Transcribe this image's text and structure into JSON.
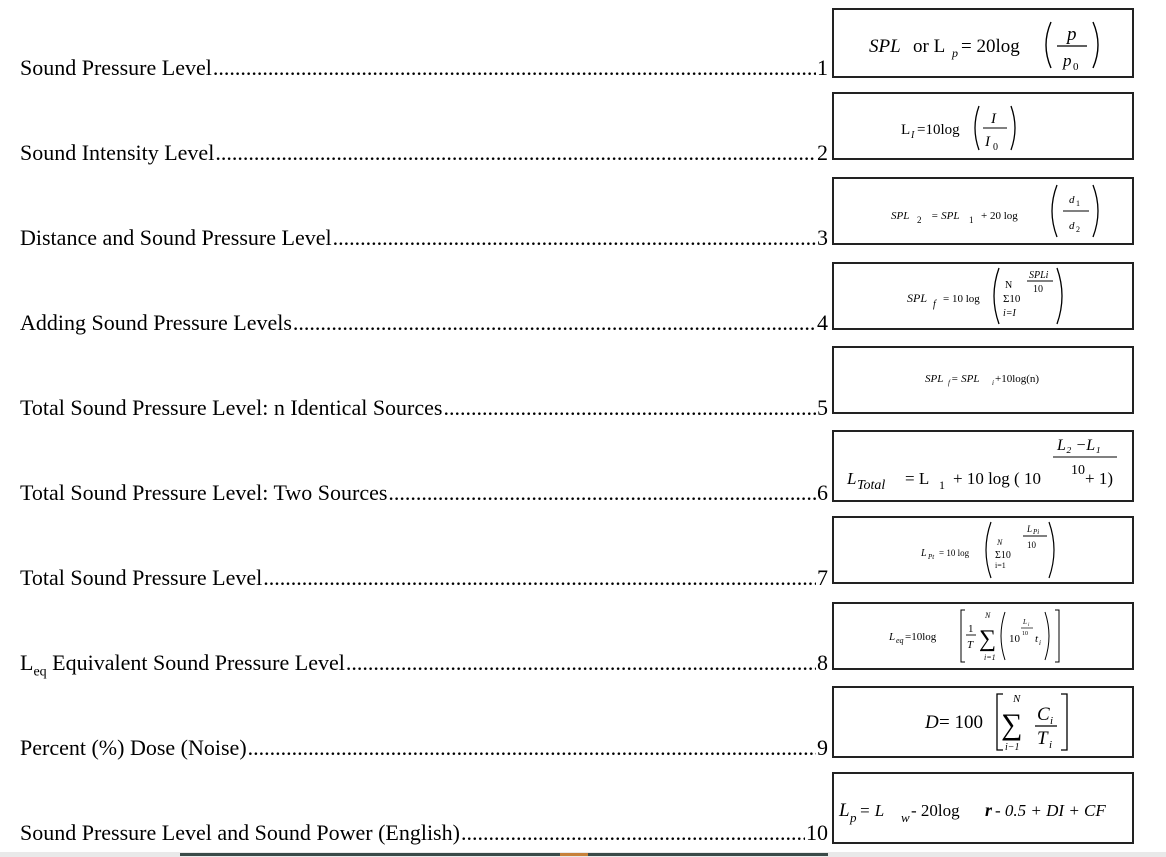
{
  "entries": [
    {
      "title": "Sound Pressure Level",
      "number": "1"
    },
    {
      "title": "Sound Intensity Level",
      "number": "2"
    },
    {
      "title": "Distance and Sound Pressure Level",
      "number": "3"
    },
    {
      "title": "Adding Sound Pressure Levels",
      "number": "4"
    },
    {
      "title": "Total Sound Pressure Level: n Identical Sources",
      "number": "5"
    },
    {
      "title": "Total Sound Pressure Level: Two Sources",
      "number": "6"
    },
    {
      "title": "Total Sound Pressure Level",
      "number": "7"
    },
    {
      "title_prefix": "L",
      "title_sub": "eq",
      "title_rest": " Equivalent Sound Pressure Level",
      "number": "8"
    },
    {
      "title": "Percent (%) Dose (Noise)",
      "number": "9"
    },
    {
      "title": "Sound Pressure Level and Sound Power (English)",
      "number": "10"
    }
  ],
  "formulas": {
    "f1": {
      "spl": "SPL",
      "or": " or L",
      "sub_p": "p",
      "eq": " = 20log",
      "num": "p",
      "den": "p",
      "den_sub": "0"
    },
    "f2": {
      "lhs": "L",
      "lhs_sub": "I",
      "eq": "=10log",
      "num": "I",
      "den": "I",
      "den_sub": "0"
    },
    "f3": {
      "lhs": "SPL",
      "lhs_sub": "2",
      "eq": "= SPL",
      "rhs_sub": "1",
      "plus": "+ 20 log",
      "num": "d",
      "num_sub": "1",
      "den": "d",
      "den_sub": "2"
    },
    "f4": {
      "lhs": "SPL",
      "lhs_sub": "f",
      "eq": "= 10 log",
      "top": "N",
      "sigma": "Σ10",
      "exp_num": "SPLi",
      "exp_den": "10",
      "bottom": "i=I"
    },
    "f5": {
      "lhs": "SPL",
      "lhs_sub": "f",
      "eq": " = SPL",
      "rhs_sub": "i",
      "rest": " +10log(n)"
    },
    "f6": {
      "lhs": "L",
      "lhs_sub": "Total",
      "eq": "= L",
      "rhs_sub": "1",
      "plus": "+ 10 log ( 10",
      "exp_num": "L₂ −L₁",
      "exp_den": "10",
      "tail": "+ 1)"
    },
    "f7": {
      "lhs": "L",
      "lhs_sub": "Pt",
      "eq": "= 10 log",
      "top": "N",
      "sigma": "Σ10",
      "exp_num": "L",
      "exp_num_sub": "Pi",
      "exp_den": "10",
      "bottom": "i=1"
    },
    "f8": {
      "lhs": "L",
      "lhs_sub": "eq",
      "eq": " =10log",
      "frac_num": "1",
      "frac_den": "T",
      "top": "N",
      "bottom": "i=1",
      "base": "10",
      "exp_num": "L",
      "exp_num_sub": "i",
      "exp_den": "10",
      "t": "t",
      "t_sub": "i"
    },
    "f9": {
      "lhs": "D",
      "eq": " = 100",
      "top": "N",
      "bottom": "i−1",
      "num": "C",
      "num_sub": "i",
      "den": "T",
      "den_sub": "i"
    },
    "f10": {
      "lhs": "L",
      "lhs_sub": "p",
      "eq": " = L",
      "rhs_sub": "w",
      "rest": " - 20log",
      "r": "r",
      "tail": " - 0.5 + DI + CF"
    }
  }
}
